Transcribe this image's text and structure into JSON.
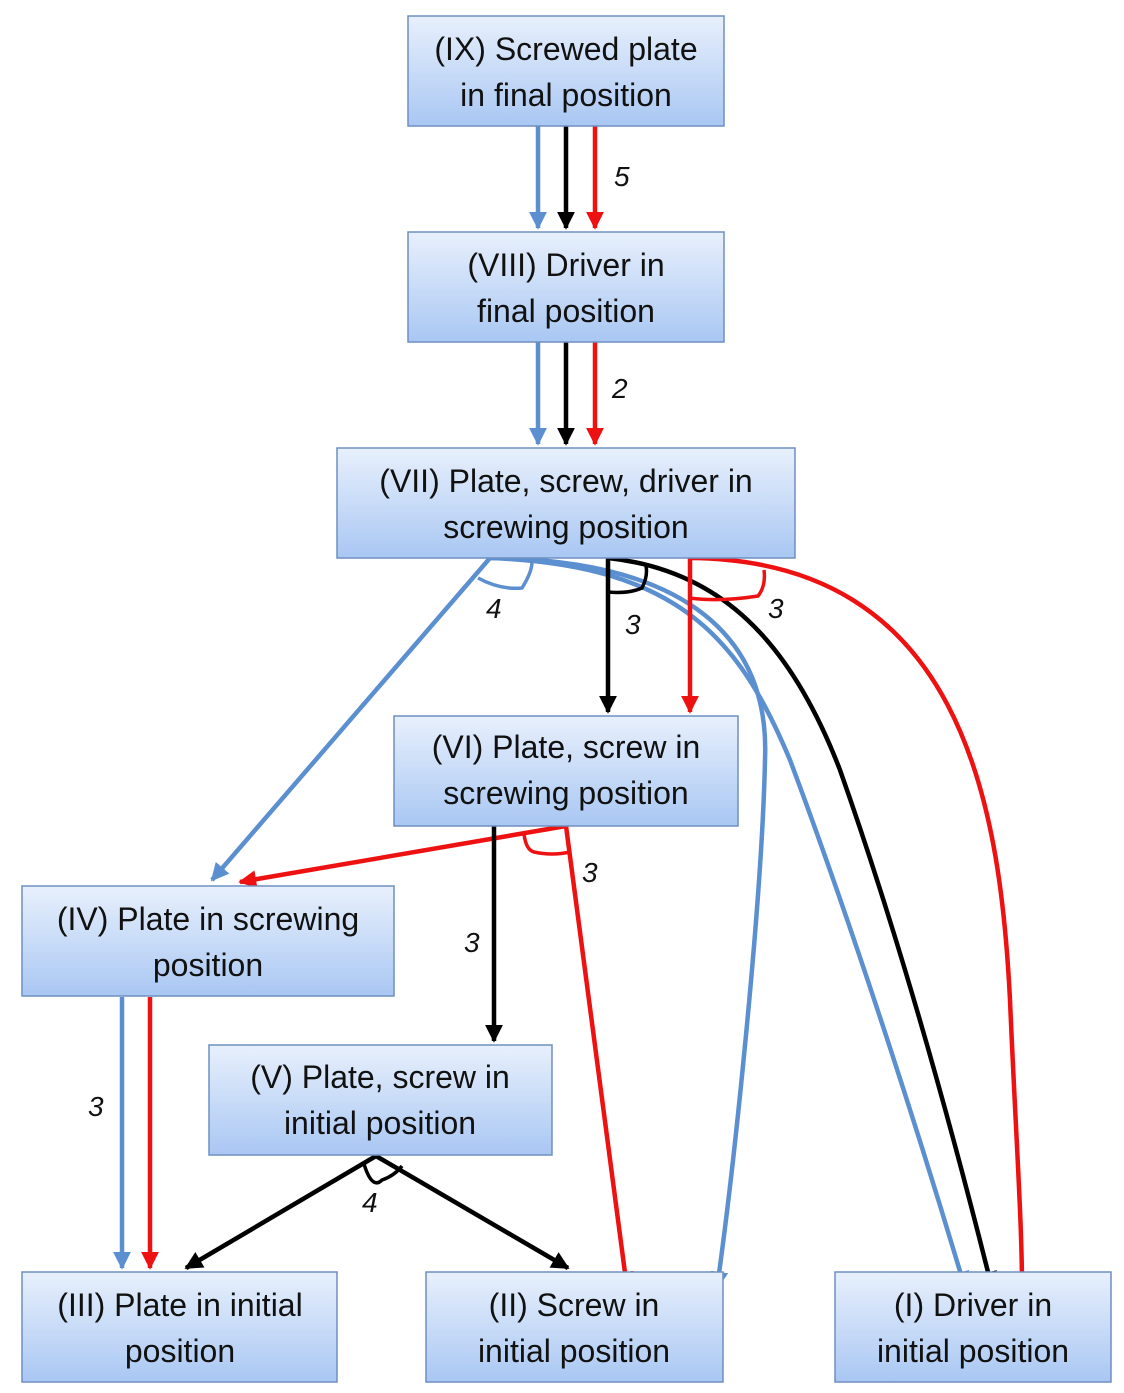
{
  "colors": {
    "blue": "#5b8fd0",
    "black": "#000000",
    "red": "#ee1111",
    "node_fill_top": "#e8f0fc",
    "node_fill_bottom": "#a9c7f3",
    "node_border": "#6e8fc0"
  },
  "nodes": {
    "ix": {
      "line1": "(IX) Screwed plate",
      "line2": "in final position"
    },
    "viii": {
      "line1": "(VIII) Driver in",
      "line2": "final position"
    },
    "vii": {
      "line1": "(VII) Plate, screw, driver in",
      "line2": "screwing position"
    },
    "vi": {
      "line1": "(VI) Plate, screw in",
      "line2": "screwing position"
    },
    "iv": {
      "line1": "(IV) Plate in screwing",
      "line2": "position"
    },
    "v": {
      "line1": "(V) Plate, screw in",
      "line2": "initial position"
    },
    "iii": {
      "line1": "(III) Plate in initial",
      "line2": "position"
    },
    "ii": {
      "line1": "(II) Screw in",
      "line2": "initial position"
    },
    "i": {
      "line1": "(I) Driver in",
      "line2": "initial position"
    }
  },
  "edge_labels": {
    "ix_to_viii": "5",
    "viii_to_vii": "2",
    "vii_blue_split": "4",
    "vii_black_split": "3",
    "vii_red_split": "3",
    "vi_red_split": "3",
    "vi_black_to_v": "3",
    "iv_to_iii": "3",
    "v_split": "4"
  }
}
